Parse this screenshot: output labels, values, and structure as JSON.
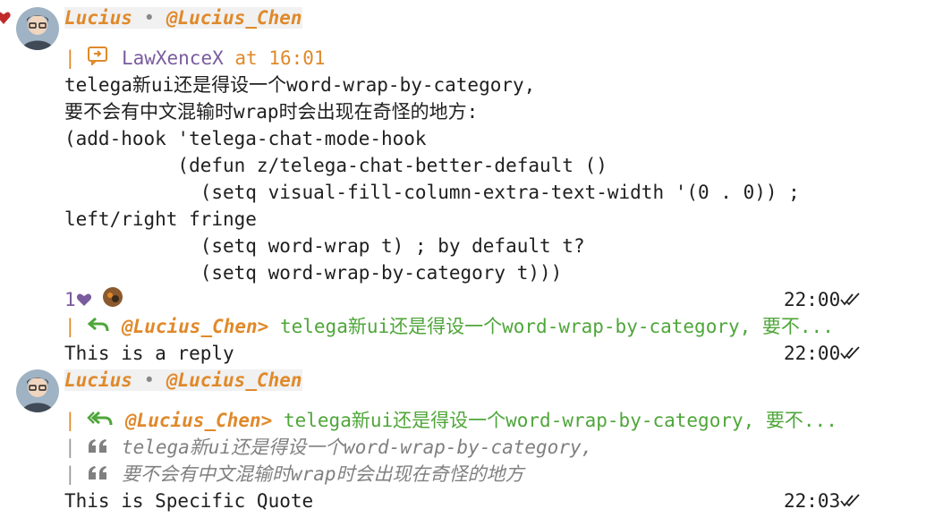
{
  "colors": {
    "accent_orange": "#e0892a",
    "reply_green": "#4fa63a",
    "forward_purple": "#7a5c9e",
    "quote_grey": "#808080",
    "heart": "#c22a2a"
  },
  "messages": [
    {
      "sender_name": "Lucius",
      "sender_username": "@Lucius_Chen",
      "separator": "•",
      "forward_from": "LawXenceX",
      "forward_at": "at 16:01",
      "body_lines": [
        "telega新ui还是得设一个word-wrap-by-category,",
        "要不会有中文混输时wrap时会出现在奇怪的地方:",
        "(add-hook 'telega-chat-mode-hook",
        "          (defun z/telega-chat-better-default ()",
        "            (setq visual-fill-column-extra-text-width '(0 . 0)) ;",
        "left/right fringe",
        "            (setq word-wrap t) ; by default t?",
        "            (setq word-wrap-by-category t)))"
      ],
      "reaction_count": "1",
      "reaction_icon": "heart-icon",
      "time": "22:00"
    },
    {
      "reply_to_name": "@Lucius_Chen>",
      "reply_preview": "telega新ui还是得设一个word-wrap-by-category, 要不...",
      "body": "This is a reply",
      "time": "22:00"
    },
    {
      "sender_name": "Lucius",
      "sender_username": "@Lucius_Chen",
      "separator": "•",
      "reply_to_name": "@Lucius_Chen>",
      "reply_preview": "telega新ui还是得设一个word-wrap-by-category, 要不...",
      "quote_lines": [
        "telega新ui还是得设一个word-wrap-by-category,",
        "要不会有中文混输时wrap时会出现在奇怪的地方"
      ],
      "body": "This is Specific Quote",
      "time": "22:03"
    }
  ],
  "icons": {
    "heart": "heart-icon",
    "forward": "forward-icon",
    "reply": "reply-icon",
    "reply_all": "reply-all-icon",
    "quote": "quote-icon",
    "read_ticks": "double-check-icon"
  }
}
